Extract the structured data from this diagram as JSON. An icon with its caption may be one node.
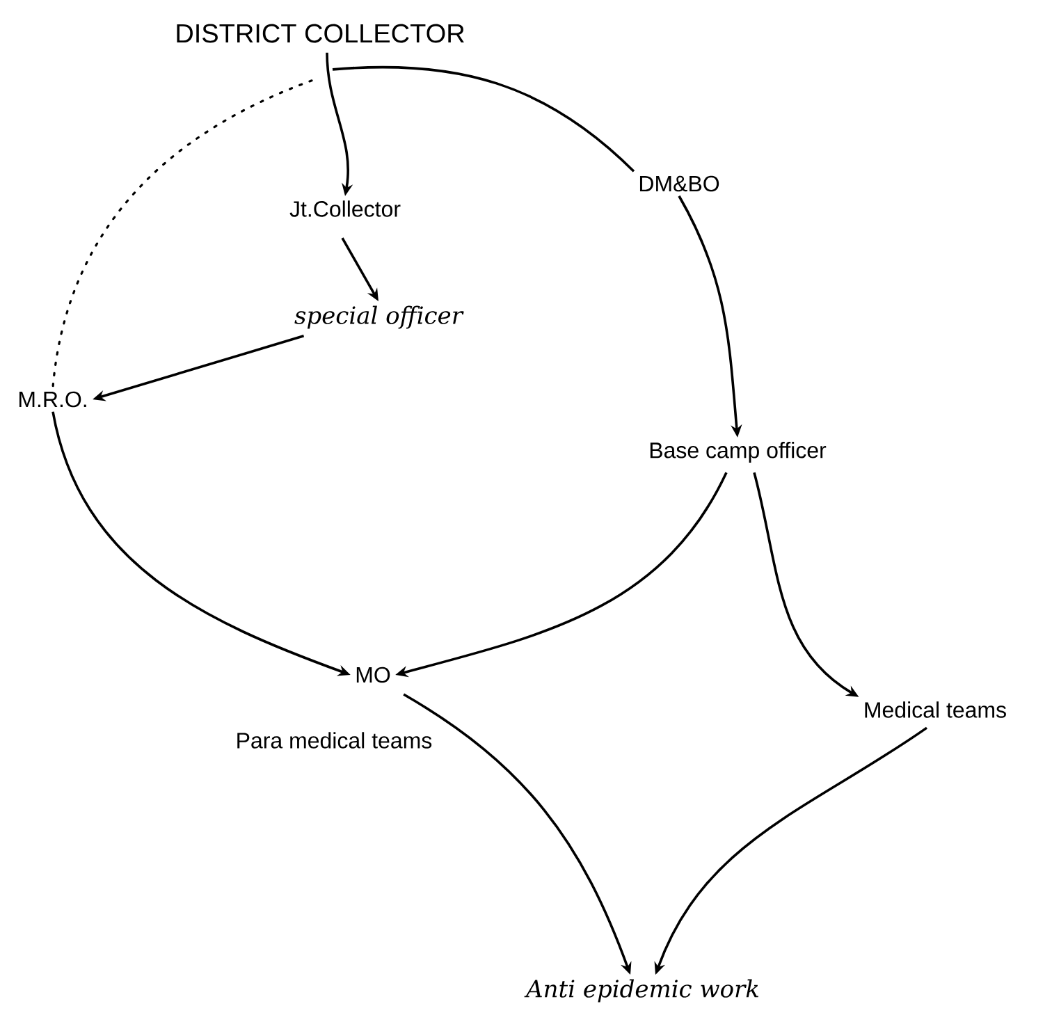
{
  "diagram": {
    "nodes": [
      {
        "text": [
          "DISTRICT COLLECTOR"
        ]
      },
      {
        "text": [
          "Jt.Collector"
        ]
      },
      {
        "text": [
          "DM&BO"
        ]
      },
      {
        "text": [
          "special officer"
        ]
      },
      {
        "text": [
          "M.R.O."
        ]
      },
      {
        "text": [
          "Base camp officer"
        ]
      },
      {
        "text": [
          "MO"
        ],
        "beside": [
          "Para medical teams"
        ]
      },
      {
        "text": [
          "Medical teams"
        ]
      },
      {
        "text": [
          "Anti epidemic work"
        ]
      }
    ],
    "edges": [
      {
        "from": 0,
        "to": 1,
        "arrow": "to"
      },
      {
        "from": 0,
        "to": 2,
        "arrow": "none"
      },
      {
        "from": 0,
        "to": 4,
        "arrow": "none",
        "style": "dashed"
      },
      {
        "from": 2,
        "to": 5,
        "arrow": "to"
      },
      {
        "from": 1,
        "to": 3,
        "arrow": "to"
      },
      {
        "from": 3,
        "to": 4,
        "arrow": "to"
      },
      {
        "from": 4,
        "to": 6,
        "arrow": "to"
      },
      {
        "from": 5,
        "to": 6,
        "arrow": "to"
      },
      {
        "from": 5,
        "to": 7,
        "arrow": "to"
      },
      {
        "from": 6,
        "to": 8,
        "arrow": "to"
      },
      {
        "from": 7,
        "to": 8,
        "arrow": "to"
      }
    ]
  }
}
